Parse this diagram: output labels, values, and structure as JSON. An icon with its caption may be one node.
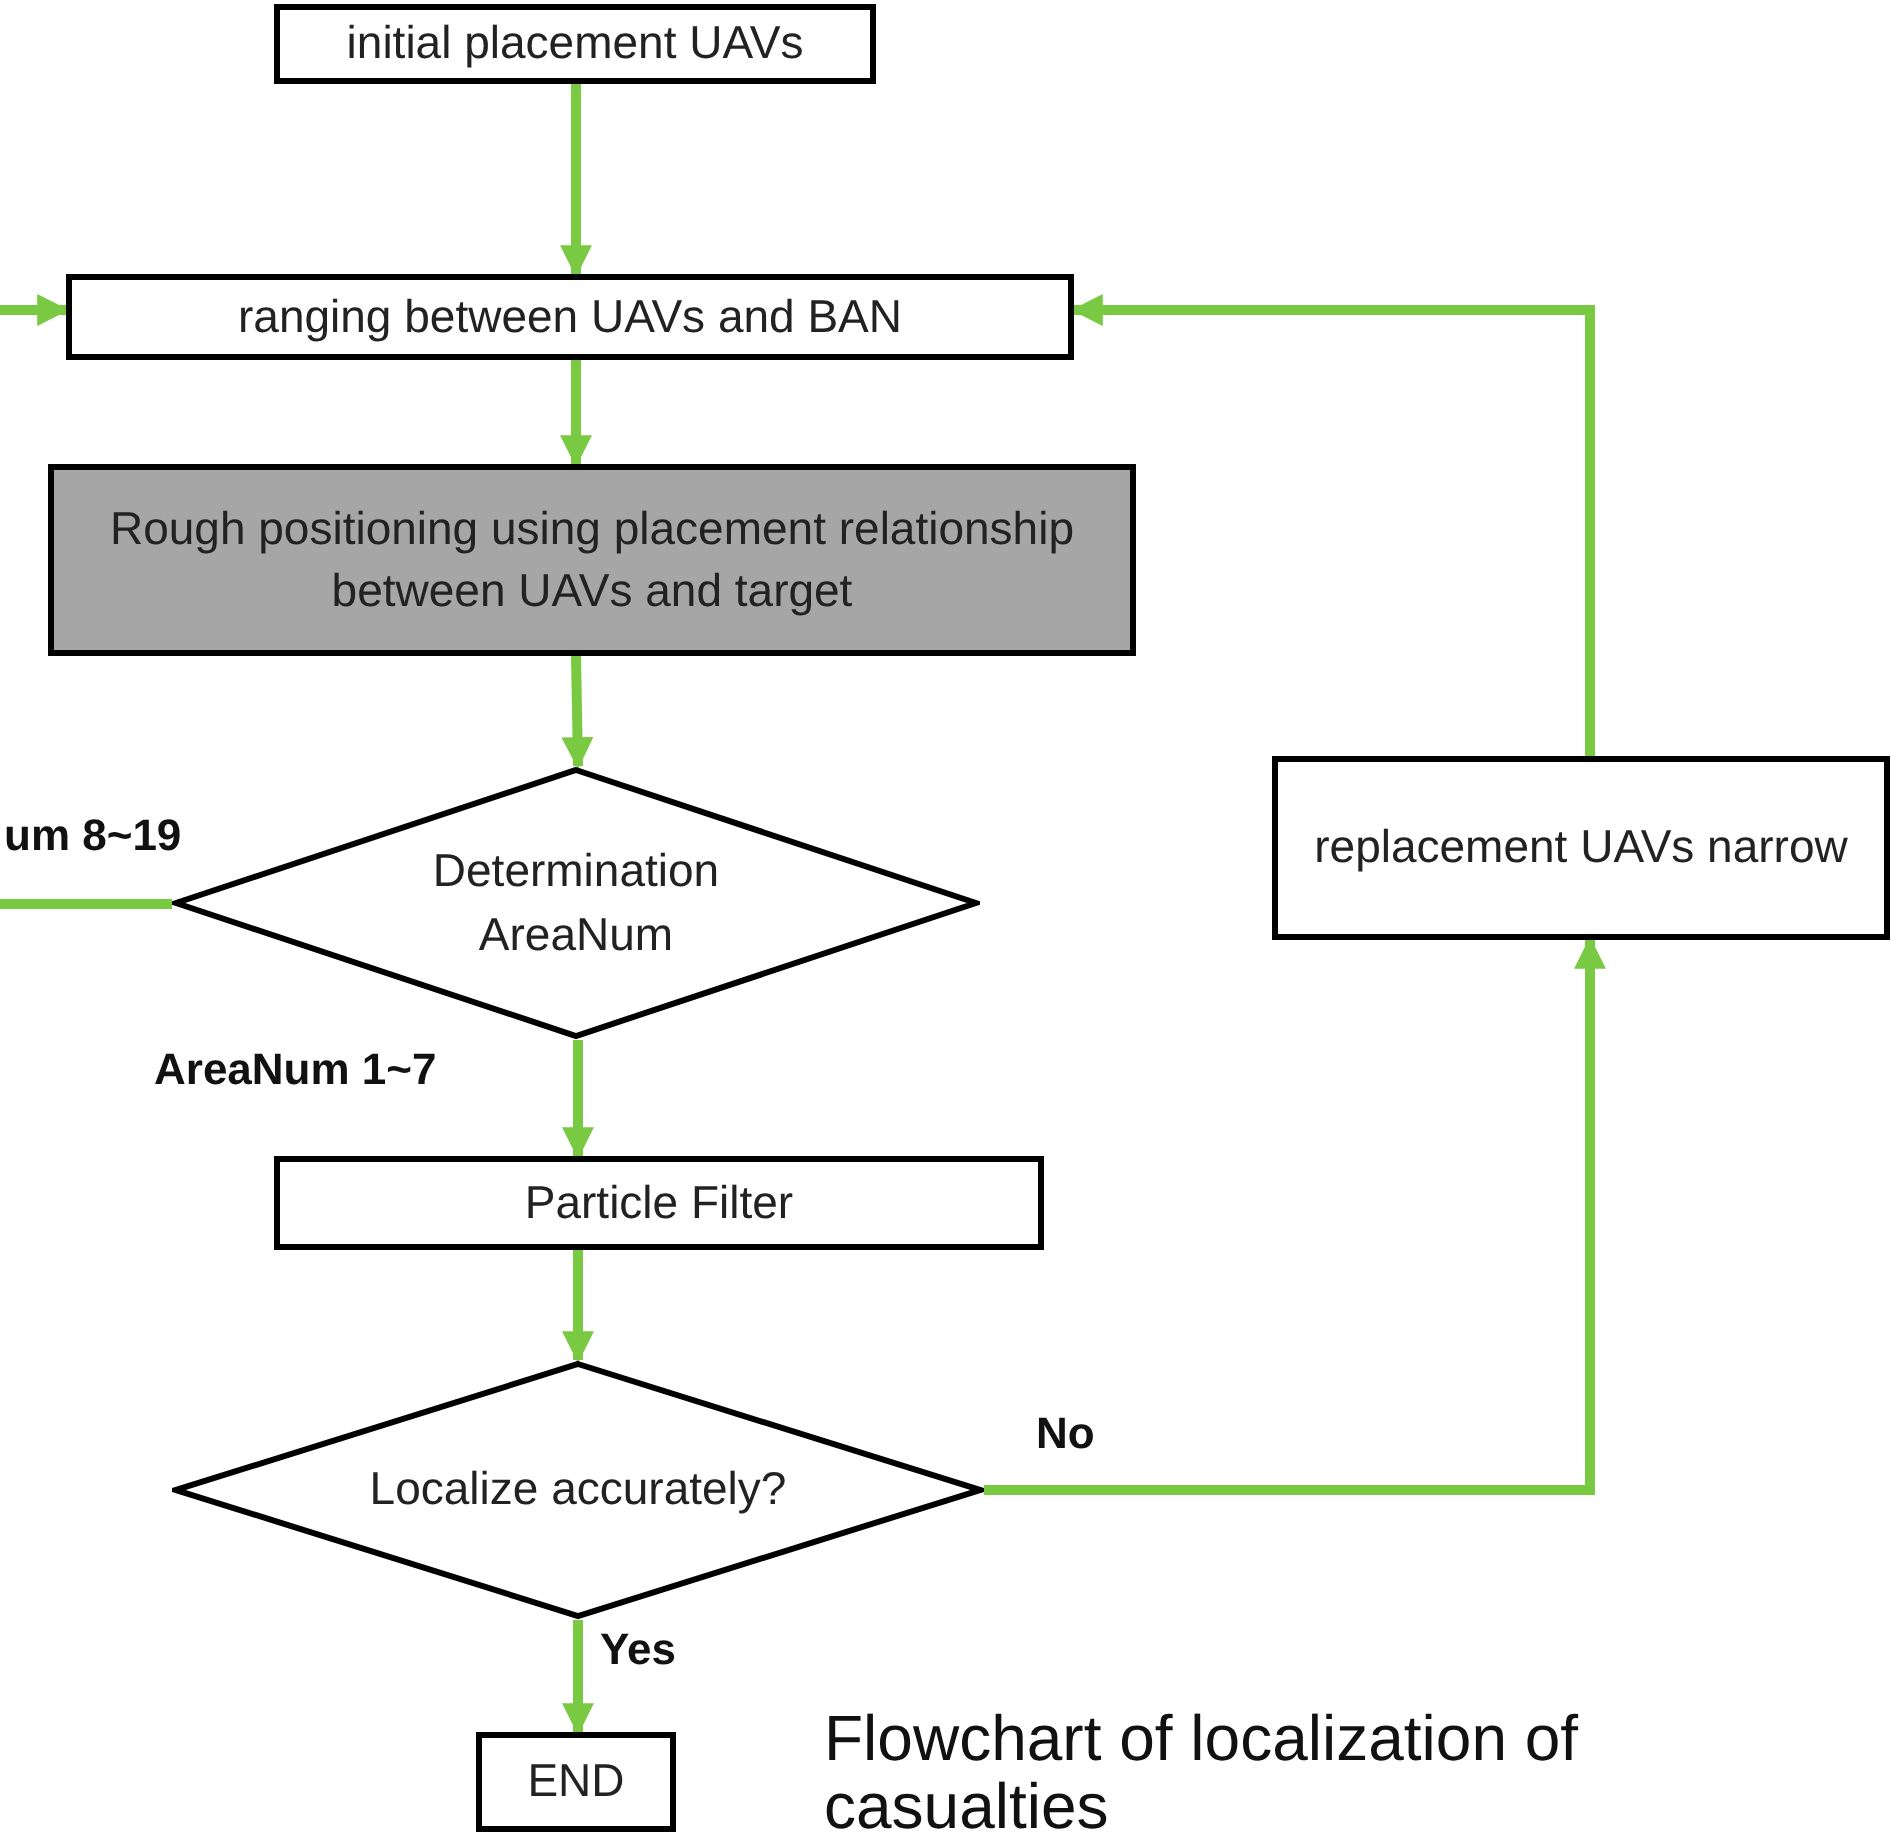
{
  "diagram": {
    "caption": "Flowchart of localization of casualties",
    "nodes": [
      {
        "text": [
          "initial placement UAVs"
        ]
      },
      {
        "text": [
          "ranging between UAVs and BAN"
        ]
      },
      {
        "text": [
          "Rough positioning using placement relationship between UAVs and target"
        ]
      },
      {
        "text": [
          "Determination AreaNum"
        ]
      },
      {
        "text": [
          "Particle Filter"
        ]
      },
      {
        "text": [
          "Localize accurately?"
        ]
      },
      {
        "text": [
          "END"
        ]
      },
      {
        "text": [
          "replacement UAVs narrow"
        ]
      }
    ],
    "edges": [
      {
        "from": 0,
        "to": 1,
        "arrow": "to"
      },
      {
        "from": 1,
        "to": 2,
        "arrow": "to"
      },
      {
        "from": 2,
        "to": 3,
        "arrow": "to"
      },
      {
        "from": 3,
        "to": 4,
        "arrow": "to",
        "label": "AreaNum 1~7"
      },
      {
        "from": 4,
        "to": 5,
        "arrow": "to"
      },
      {
        "from": 5,
        "to": 6,
        "arrow": "to",
        "label": "Yes"
      },
      {
        "from": 5,
        "to": 7,
        "arrow": "to",
        "label": "No"
      },
      {
        "from": 7,
        "to": 1,
        "arrow": "to"
      },
      {
        "from": 3,
        "to": null,
        "arrow": "none",
        "label": "um 8~19"
      },
      {
        "from": null,
        "to": 1,
        "arrow": "to"
      }
    ]
  }
}
